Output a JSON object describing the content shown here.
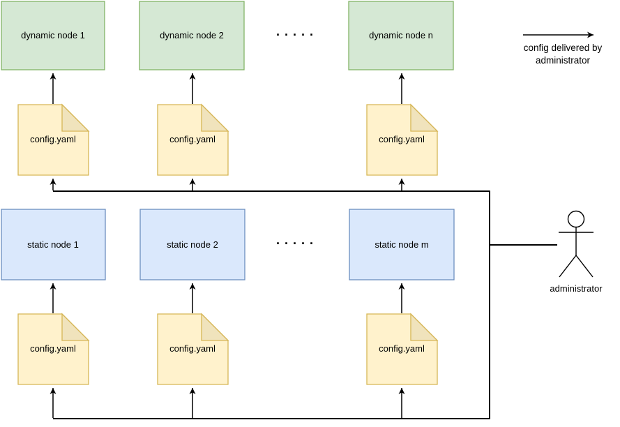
{
  "legend": {
    "caption_line1": "config delivered by",
    "caption_line2": "administrator"
  },
  "dynamic_row": {
    "nodes": [
      "dynamic node 1",
      "dynamic node 2",
      "dynamic node n"
    ],
    "ellipsis": ". . . . ."
  },
  "static_row": {
    "nodes": [
      "static node 1",
      "static node 2",
      "static node m"
    ],
    "ellipsis": ". . . . ."
  },
  "config_file": {
    "label": "config.yaml"
  },
  "actor": {
    "label": "administrator"
  },
  "colors": {
    "dynamic_node_fill": "#d5e8d4",
    "dynamic_node_stroke": "#82b366",
    "static_node_fill": "#dae8fc",
    "static_node_stroke": "#6c8ebf",
    "file_fill": "#fff2cc",
    "file_stroke": "#d6b656",
    "file_fold_fill": "#f0e3bc",
    "line": "#000000",
    "text": "#000000"
  }
}
